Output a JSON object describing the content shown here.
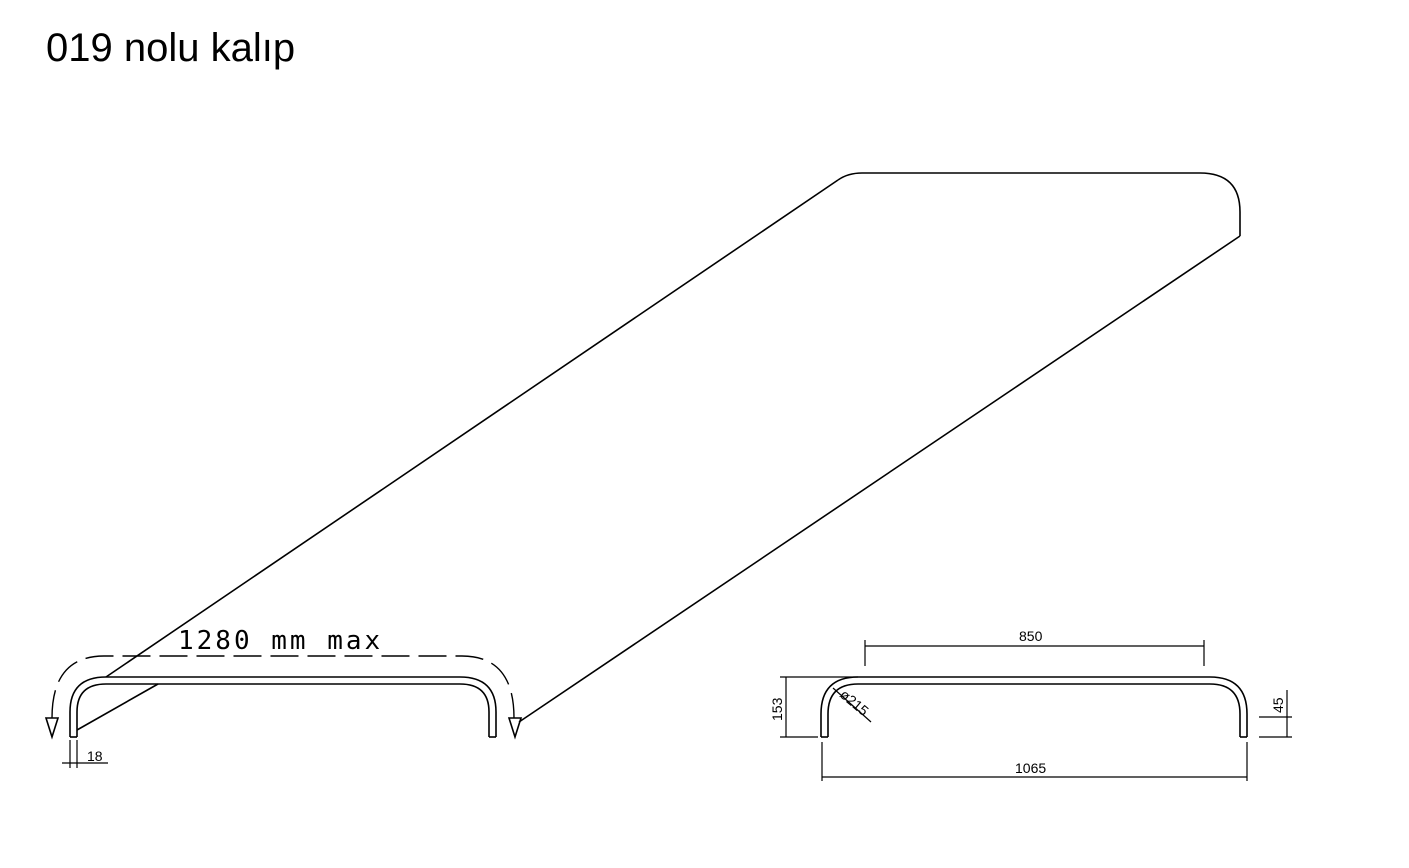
{
  "title": "019 nolu kalıp",
  "labels": {
    "length": "1280 mm max",
    "thickness": "18",
    "inner_width": "850",
    "outer_width": "1065",
    "height": "153",
    "radius": "ø215",
    "leg": "45"
  }
}
